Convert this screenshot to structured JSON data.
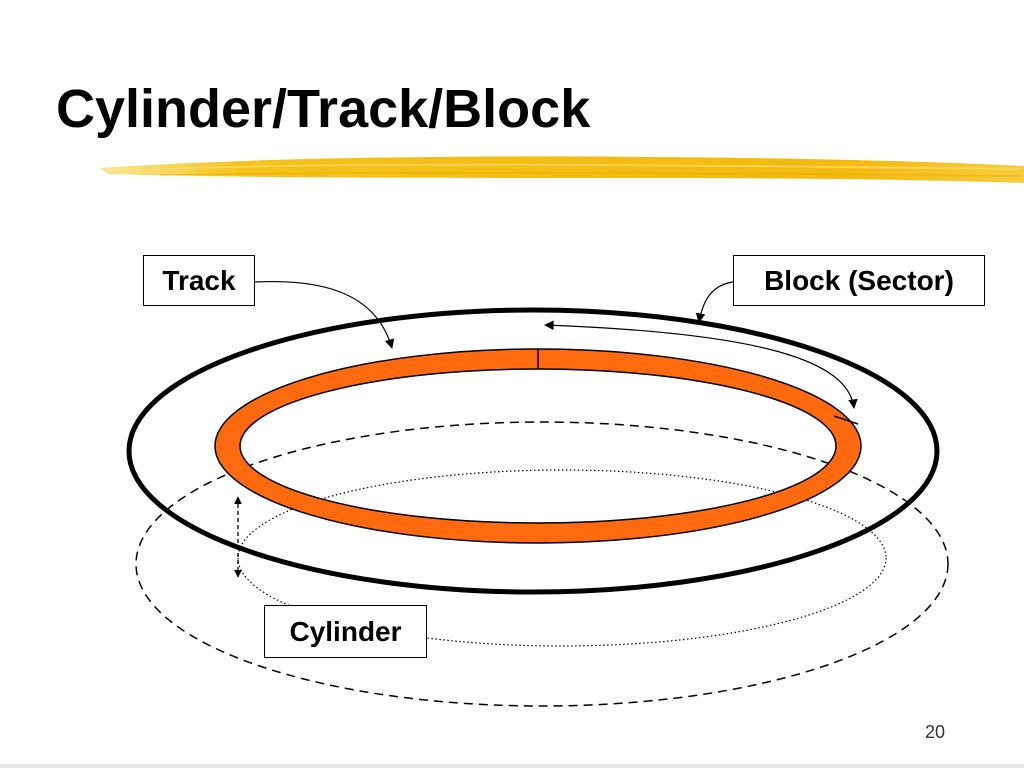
{
  "slide": {
    "title": "Cylinder/Track/Block",
    "page_number": "20"
  },
  "labels": {
    "track": "Track",
    "block": "Block (Sector)",
    "cylinder": "Cylinder"
  },
  "colors": {
    "title_underline": "#f5c21a",
    "track_ring": "#ff6a0f",
    "outline": "#000000"
  }
}
